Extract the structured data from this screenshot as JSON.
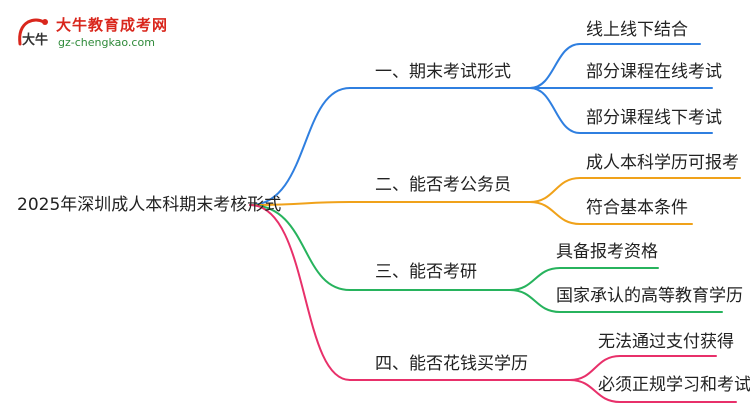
{
  "logo": {
    "title": "大牛教育成考网",
    "url": "gz-chengkao.com",
    "mark_text": "大牛"
  },
  "root": {
    "label": "2025年深圳成人本科期末考核形式"
  },
  "branches": [
    {
      "label": "一、期末考试形式",
      "color": "#2f7fe0",
      "children": [
        "线上线下结合",
        "部分课程在线考试",
        "部分课程线下考试"
      ]
    },
    {
      "label": "二、能否考公务员",
      "color": "#f0a21a",
      "children": [
        "成人本科学历可报考",
        "符合基本条件"
      ]
    },
    {
      "label": "三、能否考研",
      "color": "#27b35d",
      "children": [
        "具备报考资格",
        "国家承认的高等教育学历"
      ]
    },
    {
      "label": "四、能否花钱买学历",
      "color": "#e8306a",
      "children": [
        "无法通过支付获得",
        "必须正规学习和考试"
      ]
    }
  ]
}
